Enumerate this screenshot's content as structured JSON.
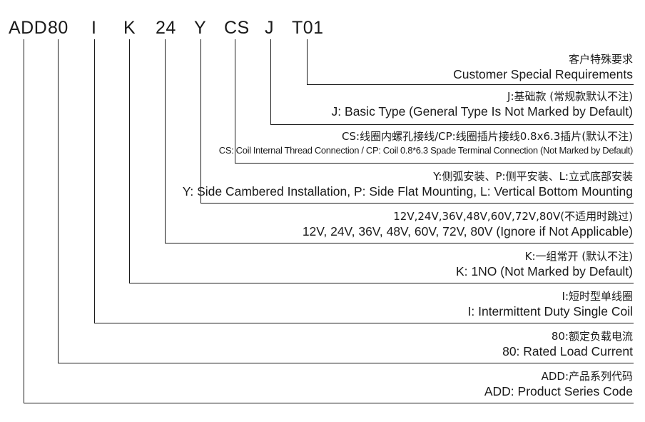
{
  "code_parts": [
    "ADD",
    "80",
    "I",
    "K",
    "24",
    "Y",
    "CS",
    "J",
    "T01"
  ],
  "entries": [
    {
      "zh": "客户特殊要求",
      "en": "Customer Special Requirements"
    },
    {
      "zh": "J:基础款 (常规款默认不注)",
      "en": "J: Basic Type (General Type Is Not Marked by Default)"
    },
    {
      "zh": "CS:线圈内螺孔接线/CP:线圈插片接线0.8x6.3插片(默认不注)",
      "en": "CS: Coil Internal Thread Connection / CP: Coil 0.8*6.3 Spade Terminal Connection (Not Marked by Default)"
    },
    {
      "zh": "Y:侧弧安装、P:侧平安装、L:立式底部安装",
      "en": "Y: Side Cambered Installation, P: Side Flat Mounting, L: Vertical Bottom Mounting"
    },
    {
      "zh": "12V,24V,36V,48V,60V,72V,80V(不适用时跳过)",
      "en": "12V, 24V, 36V, 48V, 60V, 72V, 80V (Ignore if Not Applicable)"
    },
    {
      "zh": "K:一组常开 (默认不注)",
      "en": "K: 1NO (Not Marked by Default)"
    },
    {
      "zh": "I:短时型单线圈",
      "en": "I: Intermittent Duty Single Coil"
    },
    {
      "zh": "80:额定负载电流",
      "en": "80: Rated Load Current"
    },
    {
      "zh": "ADD:产品系列代码",
      "en": "ADD: Product Series Code"
    }
  ]
}
